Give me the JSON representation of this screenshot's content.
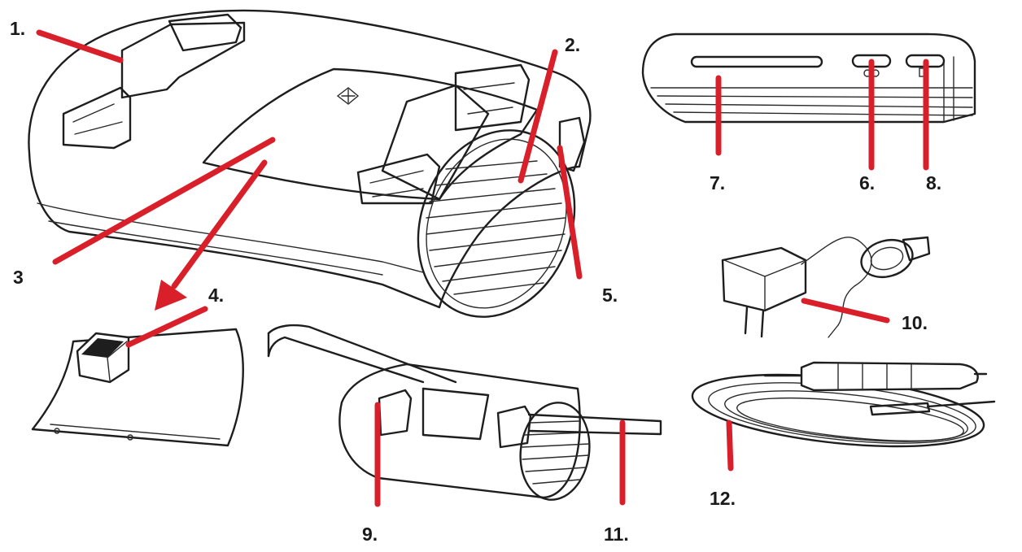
{
  "diagram": {
    "callouts": [
      {
        "id": "1",
        "text": "1."
      },
      {
        "id": "2",
        "text": "2."
      },
      {
        "id": "3",
        "text": "3"
      },
      {
        "id": "4",
        "text": "4."
      },
      {
        "id": "5",
        "text": "5."
      },
      {
        "id": "6",
        "text": "6."
      },
      {
        "id": "7",
        "text": "7."
      },
      {
        "id": "8",
        "text": "8."
      },
      {
        "id": "9",
        "text": "9."
      },
      {
        "id": "10",
        "text": "10."
      },
      {
        "id": "11",
        "text": "11."
      },
      {
        "id": "12",
        "text": "12."
      }
    ],
    "colors": {
      "pointer": "#d9202a",
      "outline": "#1e1e1e",
      "label": "#1a1a1a",
      "background": "#ffffff"
    },
    "parts": [
      {
        "icon": "heater-unit-drawing"
      },
      {
        "icon": "side-control-panel-drawing"
      },
      {
        "icon": "filter-cover-drawing"
      },
      {
        "icon": "heater-on-strap-drawing"
      },
      {
        "icon": "power-adapter-drawing"
      },
      {
        "icon": "car-lighter-cable-drawing"
      }
    ]
  }
}
